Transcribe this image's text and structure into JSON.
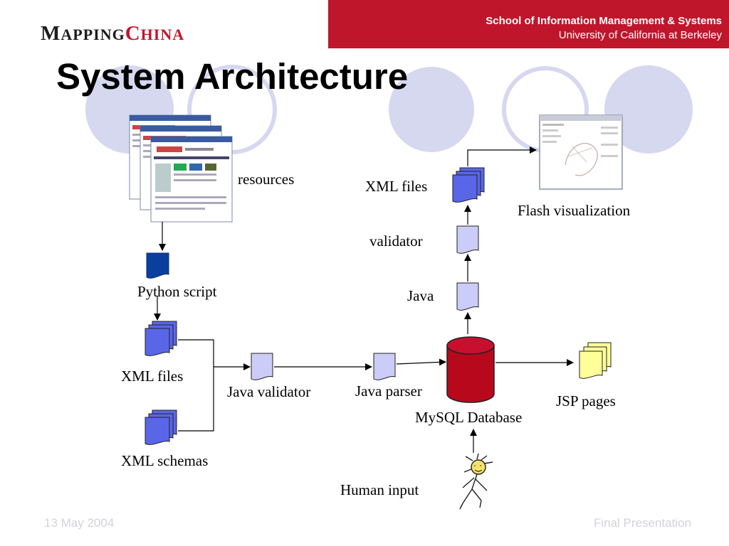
{
  "header": {
    "logo_part1": "MAPPING",
    "logo_part2": "CHINA",
    "school": "School of Information Management & Systems",
    "university": "University of California at Berkeley",
    "band_color": "#c0162b"
  },
  "slide": {
    "title": "System Architecture"
  },
  "diagram": {
    "resources": "resources",
    "python_script": "Python script",
    "xml_files_left": "XML files",
    "xml_schemas": "XML schemas",
    "java_validator": "Java validator",
    "java_parser": "Java parser",
    "mysql_database": "MySQL Database",
    "jsp_pages": "JSP pages",
    "human_input": "Human input",
    "java": "Java",
    "validator": "validator",
    "xml_files_top": "XML files",
    "flash_visualization": "Flash visualization"
  },
  "footer": {
    "date": "13 May 2004",
    "presentation": "Final Presentation"
  }
}
